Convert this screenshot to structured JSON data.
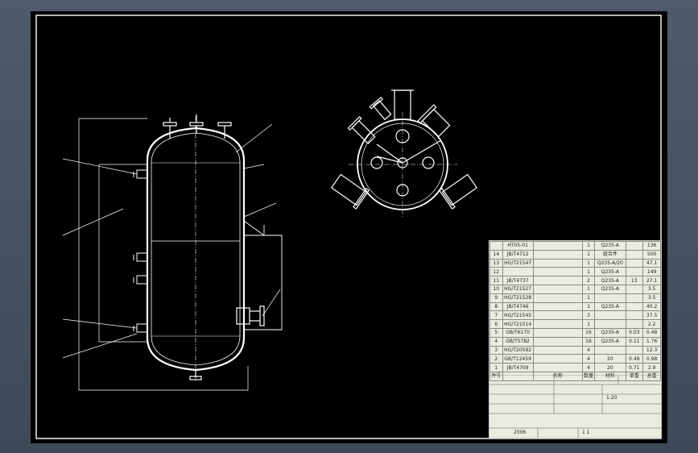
{
  "bom_rows": [
    [
      "",
      "HT05-01",
      "",
      "1",
      "Q235-A",
      "",
      "136"
    ],
    [
      "14",
      "JB/T4712",
      "",
      "1",
      "组合件",
      "",
      "500"
    ],
    [
      "13",
      "HG/T21547",
      "",
      "1",
      "Q235-A/20",
      "",
      "47.1"
    ],
    [
      "12",
      "",
      "",
      "1",
      "Q235-A",
      "",
      "149"
    ],
    [
      "11",
      "JB/T4737",
      "",
      "2",
      "Q235-A",
      "13",
      "27.1"
    ],
    [
      "10",
      "HG/T21527",
      "",
      "1",
      "Q235-A",
      "",
      "3.5"
    ],
    [
      "9",
      "HG/T21528",
      "",
      "1",
      "",
      "",
      "3.5"
    ],
    [
      "8",
      "JB/T4746",
      "",
      "1",
      "Q235-A",
      "",
      "40.2"
    ],
    [
      "7",
      "HG/T21545",
      "",
      "3",
      "",
      "",
      "37.5"
    ],
    [
      "6",
      "HG/T21514",
      "",
      "1",
      "",
      "",
      "2.2"
    ],
    [
      "5",
      "GB/T6170",
      "",
      "16",
      "Q235-A",
      "0.03",
      "0.48"
    ],
    [
      "4",
      "GB/T5782",
      "",
      "16",
      "Q235-A",
      "0.11",
      "1.76"
    ],
    [
      "3",
      "HG/T20592",
      "",
      "4",
      "",
      "",
      "12.3"
    ],
    [
      "2",
      "GB/T12459",
      "",
      "4",
      "20",
      "0.49",
      "0.98"
    ],
    [
      "1",
      "JB/T4709",
      "",
      "4",
      "20",
      "0.71",
      "2.9"
    ]
  ],
  "bom_header": [
    "件号",
    "",
    "名称",
    "数量",
    "材料",
    "单重",
    "总重"
  ],
  "title_info": {
    "drawing_number": "",
    "scale": "1:20",
    "sheet": "1  1",
    "volume": "",
    "weight": "",
    "weight_label": "",
    "date": "2006"
  },
  "colors": {
    "paper": "#000000",
    "line": "#ffffff",
    "titleblock": "#e9ecde"
  }
}
